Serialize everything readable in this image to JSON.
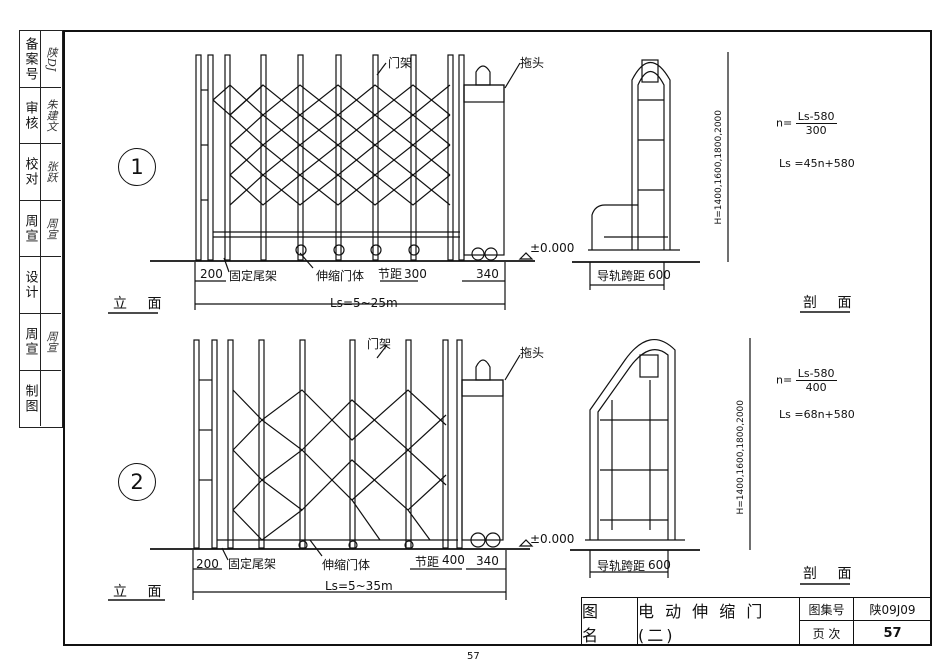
{
  "sidebar": [
    {
      "key": "备案号",
      "value": "陕DJ"
    },
    {
      "key": "审核",
      "value": "朱建文"
    },
    {
      "key": "校对",
      "value": "张跃"
    },
    {
      "key": "周宣",
      "value": "周宣"
    },
    {
      "key": "设计",
      "value": ""
    },
    {
      "key": "周宣",
      "value": "周宣"
    },
    {
      "key": "制图",
      "value": ""
    }
  ],
  "drawing1": {
    "number": "1",
    "elevation_label": "立 面",
    "section_label": "剖 面",
    "labels": {
      "gate_frame": "门架",
      "tow_head": "拖头",
      "fixed_tail": "固定尾架",
      "telescopic_body": "伸缩门体",
      "pitch": "节距",
      "rail_span": "导轨跨距"
    },
    "dims": {
      "d200": "200",
      "d300": "300",
      "d340": "340",
      "d600": "600",
      "level": "±0.000",
      "ls": "Ls=5~25m",
      "height": "H=1400,1600,1800,2000"
    },
    "formula": {
      "n_prefix": "n=",
      "numerator": "Ls-580",
      "denominator": "300",
      "ls_eq": "Ls =45n+580"
    }
  },
  "drawing2": {
    "number": "2",
    "elevation_label": "立 面",
    "section_label": "剖 面",
    "labels": {
      "gate_frame": "门架",
      "tow_head": "拖头",
      "fixed_tail": "固定尾架",
      "telescopic_body": "伸缩门体",
      "pitch": "节距",
      "rail_span": "导轨跨距"
    },
    "dims": {
      "d200": "200",
      "d400": "400",
      "d340": "340",
      "d600": "600",
      "level": "±0.000",
      "ls": "Ls=5~35m",
      "height": "H=1400,1600,1800,2000"
    },
    "formula": {
      "n_prefix": "n=",
      "numerator": "Ls-580",
      "denominator": "400",
      "ls_eq": "Ls =68n+580"
    }
  },
  "title_block": {
    "name_label": "图 名",
    "title": "电 动 伸 缩 门 (二)",
    "atlas_label": "图集号",
    "atlas_no": "陕09J09",
    "page_label": "页 次",
    "page_no": "57"
  },
  "footer_page": "57"
}
